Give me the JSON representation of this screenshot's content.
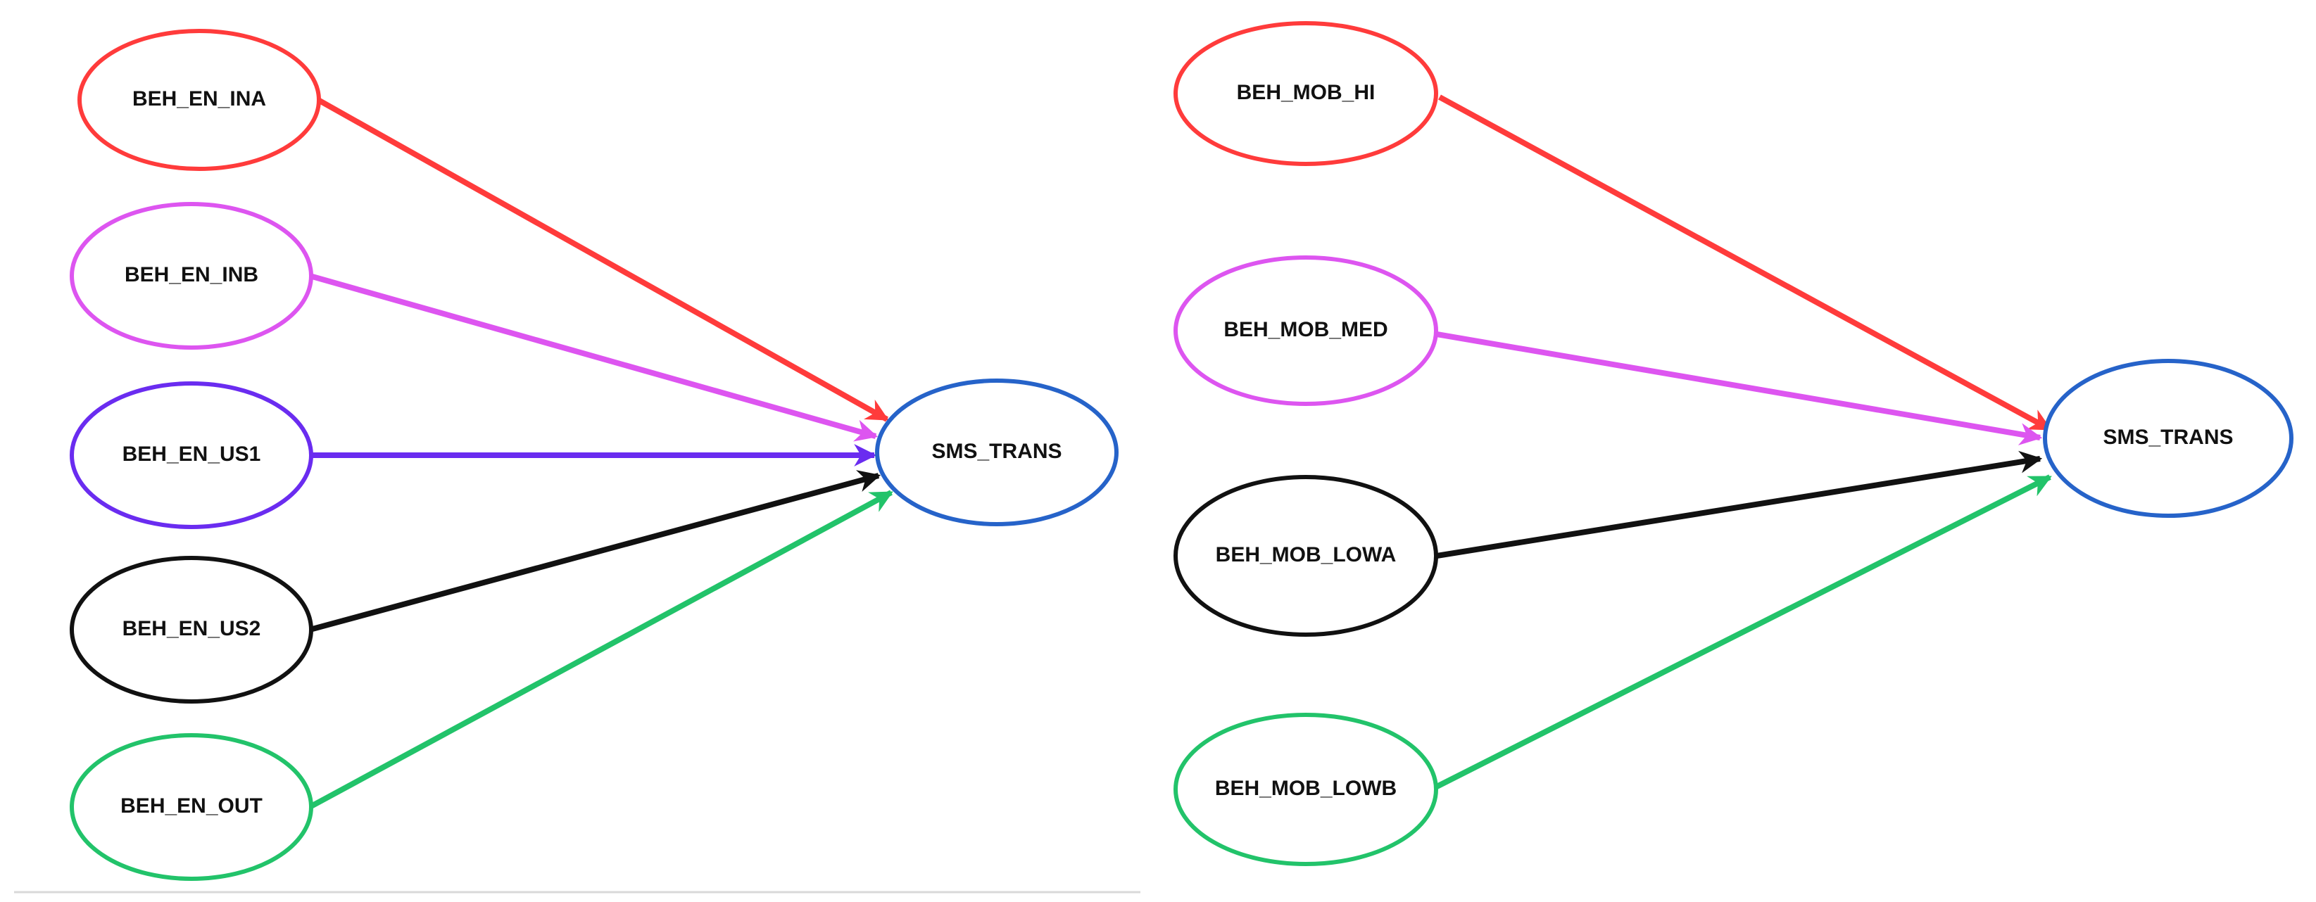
{
  "colors": {
    "red": "#ff3b3b",
    "pink": "#dd55f0",
    "purple": "#6a2cf0",
    "black": "#111111",
    "green": "#22c36a",
    "blue": "#2663c9"
  },
  "diagrams": [
    {
      "target": {
        "label": "SMS_TRANS",
        "color": "blue"
      },
      "sources": [
        {
          "label": "BEH_EN_INA",
          "color": "red"
        },
        {
          "label": "BEH_EN_INB",
          "color": "pink"
        },
        {
          "label": "BEH_EN_US1",
          "color": "purple"
        },
        {
          "label": "BEH_EN_US2",
          "color": "black"
        },
        {
          "label": "BEH_EN_OUT",
          "color": "green"
        }
      ]
    },
    {
      "target": {
        "label": "SMS_TRANS",
        "color": "blue"
      },
      "sources": [
        {
          "label": "BEH_MOB_HI",
          "color": "red"
        },
        {
          "label": "BEH_MOB_MED",
          "color": "pink"
        },
        {
          "label": "BEH_MOB_LOWA",
          "color": "black"
        },
        {
          "label": "BEH_MOB_LOWB",
          "color": "green"
        }
      ]
    }
  ]
}
